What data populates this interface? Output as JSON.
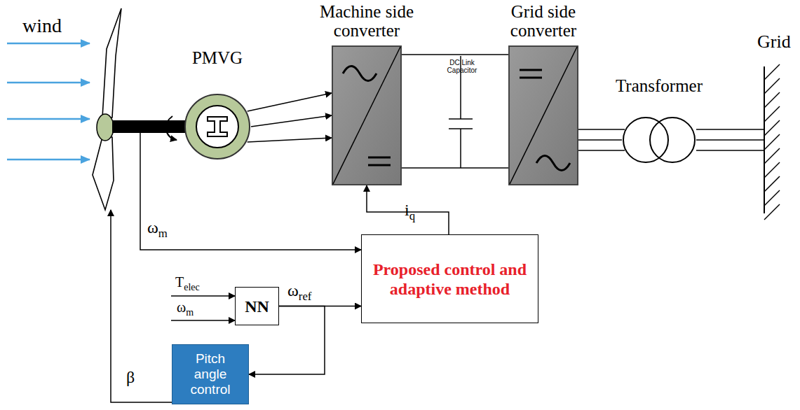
{
  "diagram": {
    "nodes": [
      {
        "text": [
          "PMVG"
        ]
      },
      {
        "text": [
          "Machine side converter"
        ]
      },
      {
        "text": [
          "Grid side converter"
        ]
      },
      {
        "text": [
          "Transformer"
        ]
      },
      {
        "text": [
          "NN"
        ]
      },
      {
        "text": [
          "Proposed control and adaptive method"
        ]
      },
      {
        "text": [
          "Pitch angle control"
        ]
      }
    ],
    "edges": [
      {
        "from": 0,
        "to": 1,
        "arrow": "to"
      },
      {
        "from": 1,
        "to": 2,
        "arrow": "none"
      },
      {
        "from": 2,
        "to": 3,
        "arrow": "none"
      },
      {
        "from": 5,
        "to": 1,
        "label": "iq",
        "arrow": "to"
      },
      {
        "from": 4,
        "to": 5,
        "label": "ωref",
        "arrow": "to"
      },
      {
        "from": 4,
        "to": 6,
        "arrow": "to"
      }
    ],
    "labels": [
      "wind",
      "DC Link Capacitor",
      "Grid",
      "ωm",
      "Telec",
      "ωm",
      "β"
    ]
  }
}
